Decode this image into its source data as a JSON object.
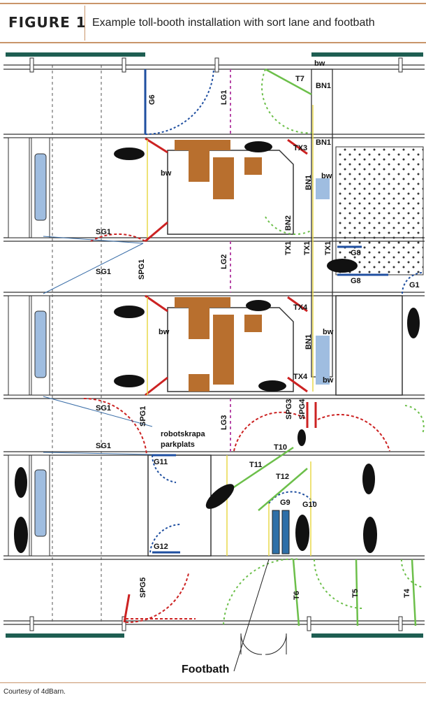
{
  "header": {
    "figure_label": "FIGURE 1",
    "title": "Example toll-booth installation with sort lane and footbath"
  },
  "credit": "Courtesy of 4dBarn.",
  "colors": {
    "accent_rule": "#c9956a",
    "gate_red": "#cc2222",
    "gate_blue": "#1f4fa0",
    "gate_green": "#6cbf4a",
    "fence_yellow": "#e8d84a",
    "lane_purple": "#b84aa8",
    "robot_brown": "#b86f2e",
    "water_blue": "#9fbde0",
    "footbath_blue": "#2e6fa8",
    "wall_green": "#1e5e52"
  },
  "labels": {
    "bw_1": "bw",
    "bn1_top": "BN1",
    "t7": "T7",
    "g6": "G6",
    "lg1": "LG1",
    "tx3": "TX3",
    "bn1_stall": "BN1",
    "bw_2": "bw",
    "bw_3": "bw",
    "bn1_lane": "BN1",
    "bn2": "BN2",
    "sg1_a": "SG1",
    "sg1_b": "SG1",
    "spg1_a": "SPG1",
    "lg2": "LG2",
    "tx1_a": "TX1",
    "tx1_b": "TX1",
    "tx1_c": "TX1",
    "g8": "G8",
    "g8b": "G8",
    "g1": "G1",
    "tx4_a": "TX4",
    "bw_4": "bw",
    "bw_5": "bw",
    "bn1_lower": "BN1",
    "tx4_b": "TX4",
    "bw_6": "bw",
    "sg1_c": "SG1",
    "spg1_b": "SPG1",
    "lg3": "LG3",
    "spg3": "SPG3",
    "spg4": "SPG4",
    "robot_park": "robotskrapa",
    "robot_park_2": "parkplats",
    "sg1_d": "SG1",
    "g11": "G11",
    "t10": "T10",
    "t11": "T11",
    "t12": "T12",
    "g9": "G9",
    "g10": "G10",
    "g12": "G12",
    "spg5": "SPG5",
    "t6": "T6",
    "t5": "T5",
    "t4": "T4",
    "footbath": "Footbath"
  }
}
